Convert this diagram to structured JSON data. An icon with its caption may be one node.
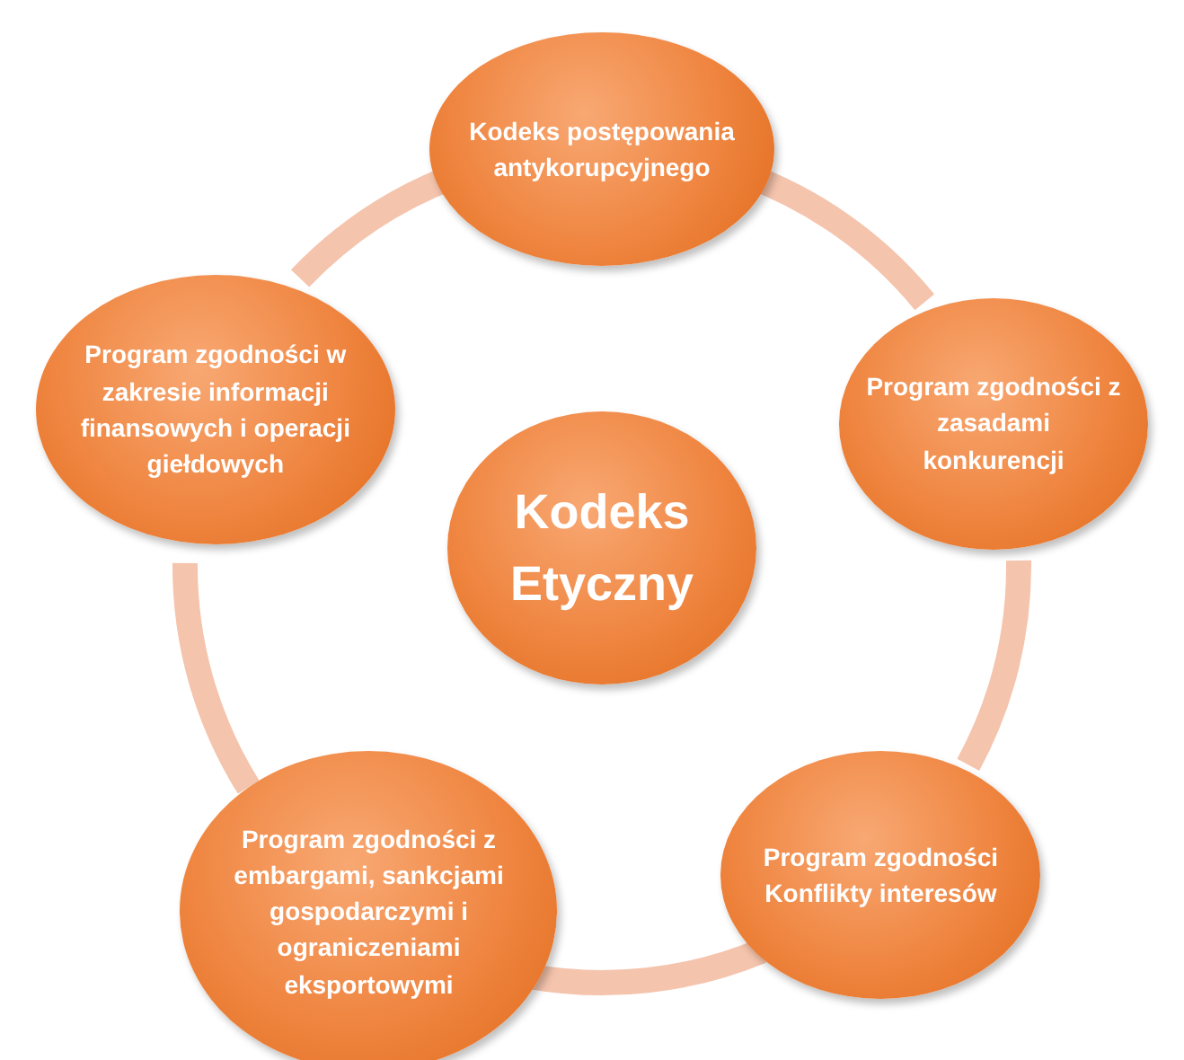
{
  "diagram": {
    "nodes": [
      {
        "text": [
          "Kodeks postępowania antykorupcyjnego"
        ]
      },
      {
        "text": [
          "Program zgodności z zasadami konkurencji"
        ]
      },
      {
        "text": [
          "Program zgodności Konflikty interesów"
        ]
      },
      {
        "text": [
          "Program zgodności z embargami, sankcjami gospodarczymi i ograniczeniami eksportowymi"
        ]
      },
      {
        "text": [
          "Program zgodności w zakresie informacji finansowych i operacji giełdowych"
        ]
      },
      {
        "text": [
          "Kodeks Etyczny"
        ]
      }
    ],
    "edges": [
      {
        "from": 0,
        "to": 1,
        "arrow": "none"
      },
      {
        "from": 1,
        "to": 2,
        "arrow": "none"
      },
      {
        "from": 2,
        "to": 3,
        "arrow": "none"
      },
      {
        "from": 3,
        "to": 4,
        "arrow": "none"
      },
      {
        "from": 4,
        "to": 0,
        "arrow": "none"
      }
    ]
  }
}
